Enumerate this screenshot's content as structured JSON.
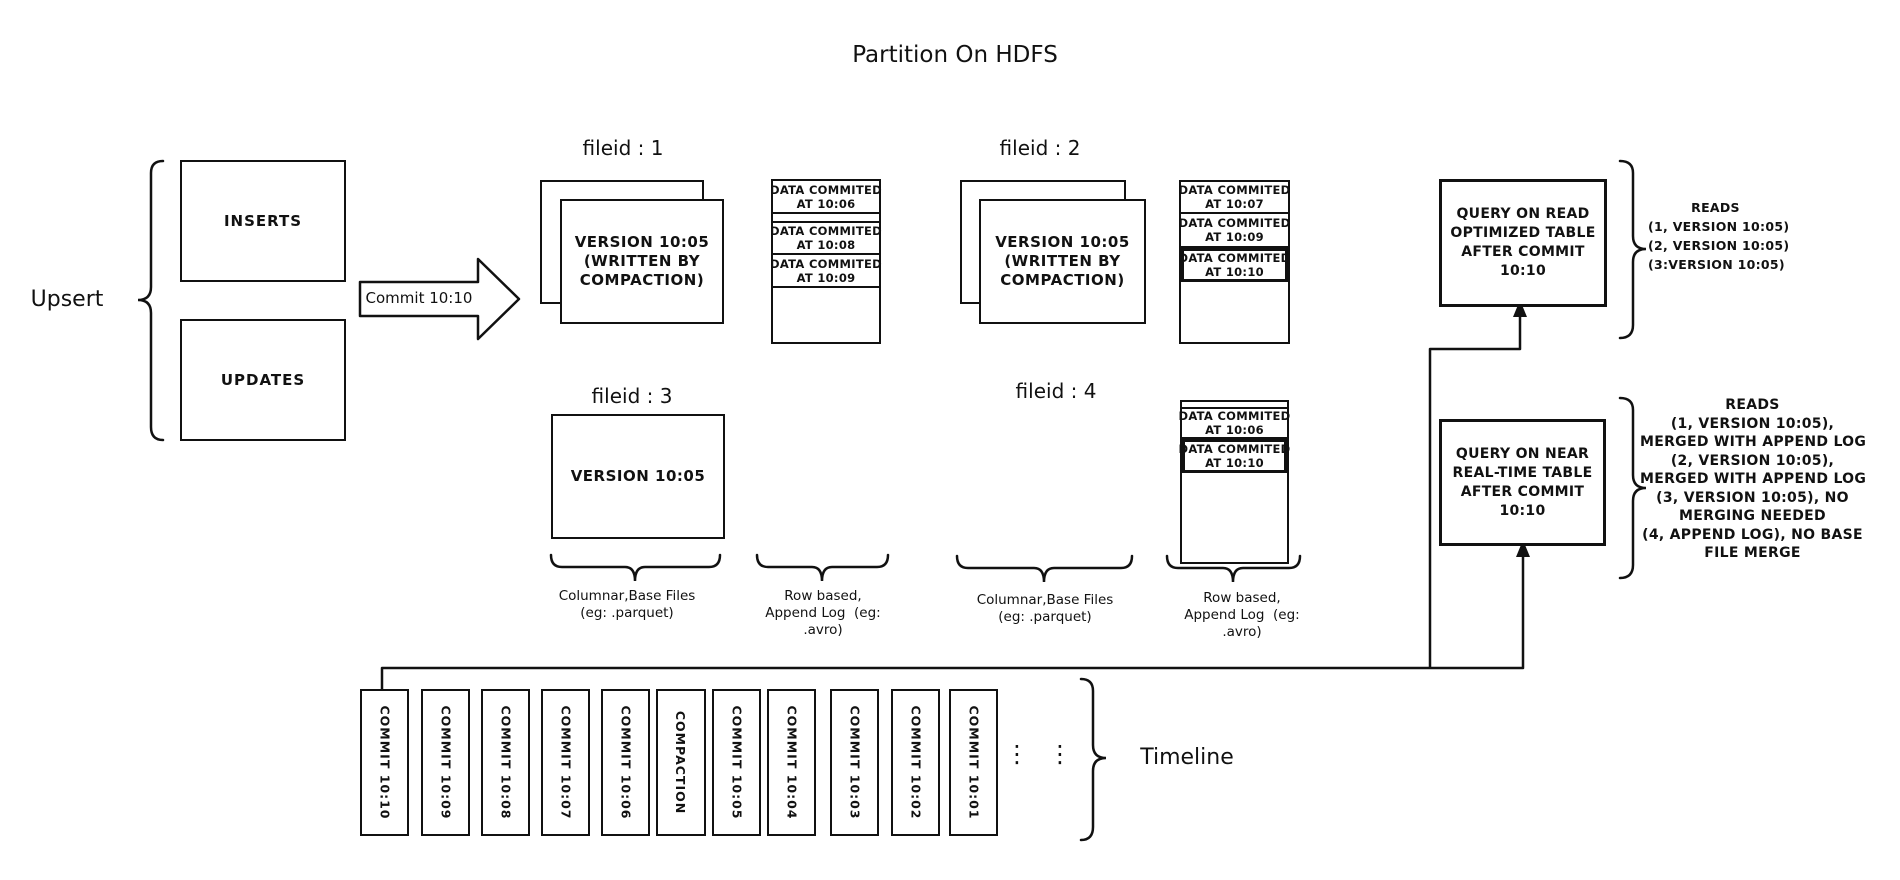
{
  "title": "Partition On HDFS",
  "upsert": {
    "label": "Upsert",
    "inserts": "INSERTS",
    "updates": "UPDATES"
  },
  "commit_arrow": {
    "label": "Commit 10:10"
  },
  "file_groups": {
    "file1": {
      "label": "fileid : 1",
      "box": "VERSION 10:05\n(WRITTEN BY\nCOMPACTION)"
    },
    "file2": {
      "label": "fileid : 2",
      "box": "VERSION 10:05\n(WRITTEN BY\nCOMPACTION)"
    },
    "file3": {
      "label": "fileid : 3",
      "box": "VERSION 10:05"
    },
    "file4": {
      "label": "fileid : 4"
    }
  },
  "stacks": {
    "stack1": {
      "cells": [
        "DATA COMMITED\nAT 10:06",
        "DATA COMMITED\nAT 10:08",
        "DATA COMMITED\nAT 10:09"
      ]
    },
    "stack2": {
      "cells": [
        "DATA COMMITED\nAT 10:07",
        "DATA COMMITED\nAT 10:09",
        "DATA COMMITED\nAT 10:10"
      ]
    },
    "stack3": {
      "cells": [
        "DATA COMMITED\nAT 10:06",
        "DATA COMMITED\nAT 10:10"
      ]
    }
  },
  "group_labels": {
    "columnar_1": "Columnar,Base Files\n(eg: .parquet)",
    "row_based_1": "Row based,\nAppend Log  (eg:\n.avro)",
    "columnar_2": "Columnar,Base Files\n(eg: .parquet)",
    "row_based_2": "Row based,\nAppend Log  (eg:\n.avro)"
  },
  "queries": {
    "read_optimized": {
      "box": "QUERY ON READ\nOPTIMIZED TABLE\nAFTER COMMIT\n10:10",
      "reads": "READS\n(1, VERSION 10:05)\n(2, VERSION 10:05)\n(3:VERSION 10:05)"
    },
    "near_real_time": {
      "box": "QUERY ON NEAR\nREAL-TIME TABLE\nAFTER COMMIT\n10:10",
      "reads": "READS\n(1, VERSION 10:05),\nMERGED WITH APPEND LOG\n(2, VERSION 10:05),\nMERGED WITH APPEND LOG\n(3, VERSION 10:05), NO\nMERGING NEEDED\n(4, APPEND LOG), NO BASE\nFILE MERGE"
    }
  },
  "timeline": {
    "label": "Timeline",
    "items": [
      "COMMIT  10:10",
      "COMMIT  10:09",
      "COMMIT  10:08",
      "COMMIT  10:07",
      "COMMIT  10:06",
      "COMPACTION",
      "COMMIT  10:05",
      "COMMIT  10:04",
      "COMMIT  10:03",
      "COMMIT  10:02",
      "COMMIT  10:01"
    ],
    "ellipsis": "⋮"
  },
  "colors": {
    "ink": "#111111",
    "background": "#ffffff"
  }
}
